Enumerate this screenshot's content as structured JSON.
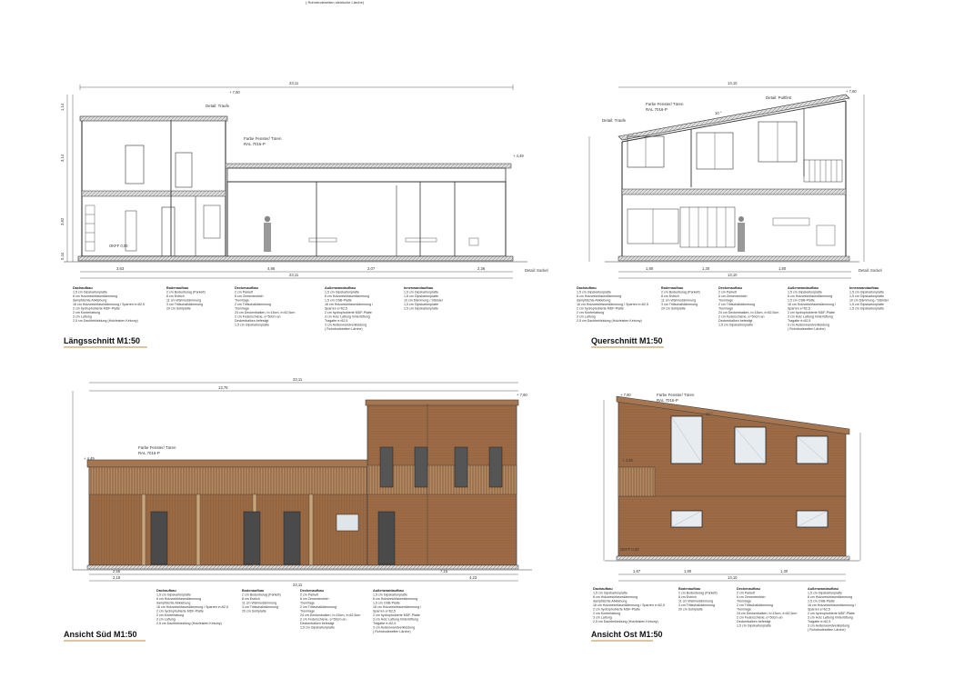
{
  "top_note": "( Rohnbudeseiten sibirische Lärche)",
  "titles": {
    "s1": "Längsschnitt M1:50",
    "s2": "Querschnitt M1:50",
    "s3": "Ansicht Süd M1:50",
    "s4": "Ansicht Ost M1:50"
  },
  "labels": {
    "detail_traufe": "Detail: Traufe",
    "detail_pultfirst": "Detail: Pultfirst",
    "detail_sockel": "Detail: Sockel",
    "farbe_1": "Farbe Fenster/ Türen",
    "farbe_2": "RAL 7016-P",
    "okff": "OKFF 0,00"
  },
  "dims": {
    "total": "23,11",
    "total_q": "13,10",
    "partial": "13,75",
    "h_s1_a": "1,14",
    "h_s1_b": "3,14",
    "h_s1_c": "3,82",
    "h_s1_d": "0,44",
    "level_top": "+ 7,60",
    "level_mid": "+ 4,49",
    "bottom_1": "3,63",
    "bottom_2": "4,86",
    "bottom_3": "2,07",
    "bottom_4": "2,36",
    "south_1": "2,55",
    "south_2": "2,18",
    "south_3": "7,15",
    "south_4": "4,23",
    "east_1": "1,67",
    "east_2": "1,80",
    "east_3": "1,30",
    "pitch": "10 °",
    "pitch_e": "10 °"
  },
  "legend": {
    "A": {
      "head": "Dachaufbau",
      "lines": [
        "1,5 cm Glpskartonplatte",
        "6 cm   Holzweichfaserdämmung",
        "        dampfdichte Abklebung",
        "16 cm  Holzweichfaserdämmung / Sparren e=62,5",
        "2 cm   hydrophobierte MDF-Platte",
        "2 cm   Konterlattung",
        "3 cm   Lattung",
        "2,5 cm Dachbekleidung (Holzleisten Kebony)"
      ]
    },
    "B": {
      "head": "Bodenaufbau",
      "lines": [
        "2 cm Bodenbelag (Parkett)",
        "8 cm Estrich",
        "11 cm Wärmedämmung",
        "3 cm Trittschalldämmung",
        "20 cm Sohlplatte"
      ]
    },
    "C": {
      "head": "Deckenaufbau",
      "lines": [
        "2 cm   Parkett",
        "6 cm   Zementestrich",
        "        Trennlage",
        "2 cm   Trittschalldämmung",
        "        Trennlage",
        "24 cm  Deckenbalken, b=15cm, e=62,5cm",
        "2 cm   Federschiene, e=50cm an",
        "Deckenbalken befestigt",
        "1,5 cm Glpskartonplatte"
      ]
    },
    "D": {
      "head": "Außenwandaufbau",
      "lines": [
        "1,5 cm Glpskartonplatte",
        "6 cm   Holzweichfaserdämmung",
        "1,5 cm OSB-Platte",
        "16 cm  Holzweichfaserdämmung /",
        "Sparren e=62,5",
        "2 cm   hydrophobierte MDF-Platte",
        "3 cm   Holz Lattung hinterlüftung",
        "Tragatte e=62,5",
        "3 cm   Außenwandverkleidung",
        "( Rohnbudeseiten Lärche)"
      ]
    },
    "E": {
      "head": "Innenwandaufbau",
      "lines": [
        "1,5 cm Glpskartonplatte",
        "1,5 cm Glpskartonplatte",
        "10 cm Dämmung / Ständer",
        "1,5 cm Glpskartonplatte",
        "1,5 cm Glpskartonplatte"
      ]
    }
  },
  "colors": {
    "wood": "#9a6a45",
    "wood_dark": "#7d5233",
    "line": "#333333",
    "accent_line": "#c8a070"
  }
}
